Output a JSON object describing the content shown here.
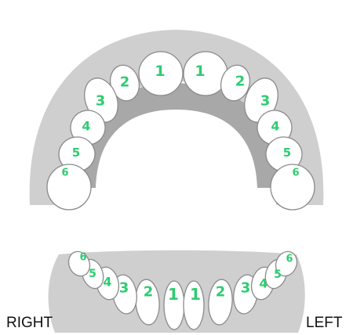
{
  "colors": {
    "gum": "#cfcfcf",
    "palate": "#a8a8a8",
    "tooth": "#ffffff",
    "outline": "#8a8a8a",
    "number": "#2ecc71",
    "label": "#111111"
  },
  "upper_numbers": [
    "1",
    "1",
    "2",
    "2",
    "3",
    "3",
    "4",
    "4",
    "5",
    "5",
    "6",
    "6"
  ],
  "lower_numbers": [
    "1",
    "1",
    "2",
    "2",
    "3",
    "3",
    "4",
    "4",
    "5",
    "5",
    "6",
    "6"
  ],
  "labels": {
    "right": "RIGHT",
    "left": "LEFT"
  }
}
